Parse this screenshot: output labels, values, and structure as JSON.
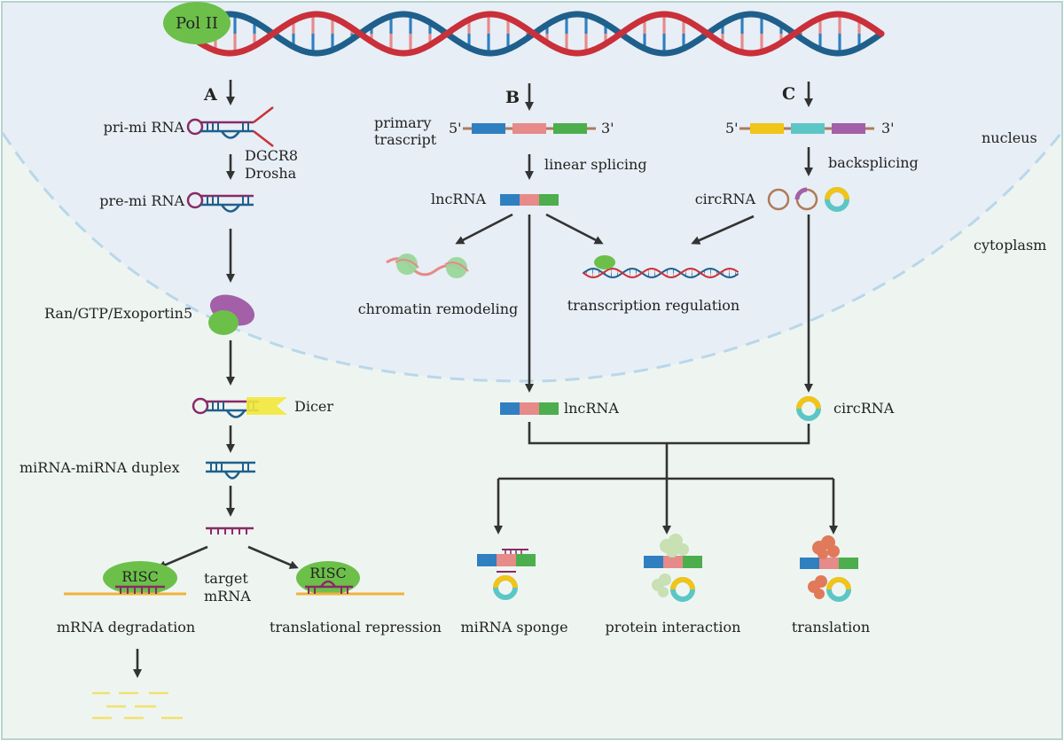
{
  "colors": {
    "cell_bg": "#eef5f1",
    "nucleus_bg": "#e7eef5",
    "nucleus_border": "#b9d7ea",
    "dna_red": "#c9303a",
    "dna_blue": "#1f5f8b",
    "pol_green": "#6cc04a",
    "exon_blue": "#2f7fc1",
    "exon_pink": "#e68a8a",
    "exon_green": "#4cae4c",
    "exon_yellow": "#f0c419",
    "exon_teal": "#5cc6c6",
    "exon_purple": "#a35fa8",
    "mirna_purple": "#8a2a66",
    "dicer_yellow": "#f2e83a",
    "mrna_orange": "#f0b23a",
    "arrow": "#333333"
  },
  "header": {
    "pol": "Pol II"
  },
  "regions": {
    "nucleus": "nucleus",
    "cytoplasm": "cytoplasm"
  },
  "pathA": {
    "label": "A",
    "pri": "pri-mi RNA",
    "enzyme1": "DGCR8",
    "enzyme2": "Drosha",
    "pre": "pre-mi RNA",
    "export": "Ran/GTP/Exoportin5",
    "dicer": "Dicer",
    "duplex": "miRNA-miRNA duplex",
    "risc": "RISC",
    "target1": "target",
    "target2": "mRNA",
    "degradation": "mRNA degradation",
    "repression": "translational repression"
  },
  "pathB": {
    "label": "B",
    "primary1": "primary",
    "primary2": "trascript",
    "five": "5'",
    "three": "3'",
    "splicing": "linear splicing",
    "lnc": "lncRNA",
    "chromatin": "chromatin remodeling",
    "transcription": "transcription regulation",
    "lnc_cyto": "lncRNA"
  },
  "pathC": {
    "label": "C",
    "five": "5'",
    "three": "3'",
    "backsplicing": "backsplicing",
    "circ": "circRNA",
    "circ_cyto": "circRNA"
  },
  "functions": {
    "sponge": "miRNA sponge",
    "protein": "protein interaction",
    "translation": "translation"
  }
}
